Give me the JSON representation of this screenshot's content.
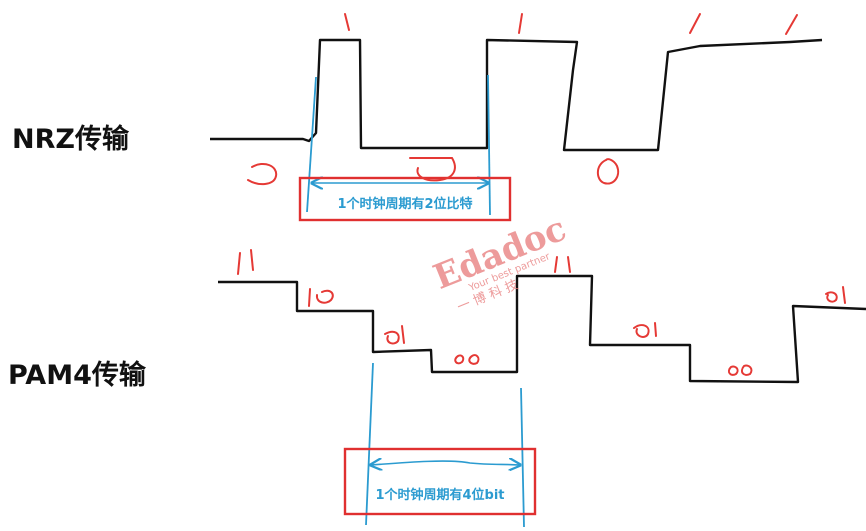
{
  "nrz": {
    "title": "NRZ传输",
    "annotation": "1个时钟周期有2位比特",
    "bit_marks": [
      "1",
      "1",
      "1",
      "1"
    ],
    "zero_marks": [
      "O",
      "O",
      "O"
    ]
  },
  "pam4": {
    "title": "PAM4传输",
    "annotation": "1个时钟周期有4位bit",
    "level_marks": [
      "11",
      "10",
      "01",
      "00",
      "11",
      "01",
      "00",
      "01"
    ]
  },
  "watermark": {
    "brand": "Edadoc",
    "tagline": "Your best partner",
    "chinese": "一 博 科 技"
  },
  "colors": {
    "signal": "#111111",
    "clock": "#2b9bd0",
    "box": "#e03030",
    "handwriting": "#e53935",
    "annotation_text": "#2b9bd0",
    "watermark": "#e77a7a"
  }
}
